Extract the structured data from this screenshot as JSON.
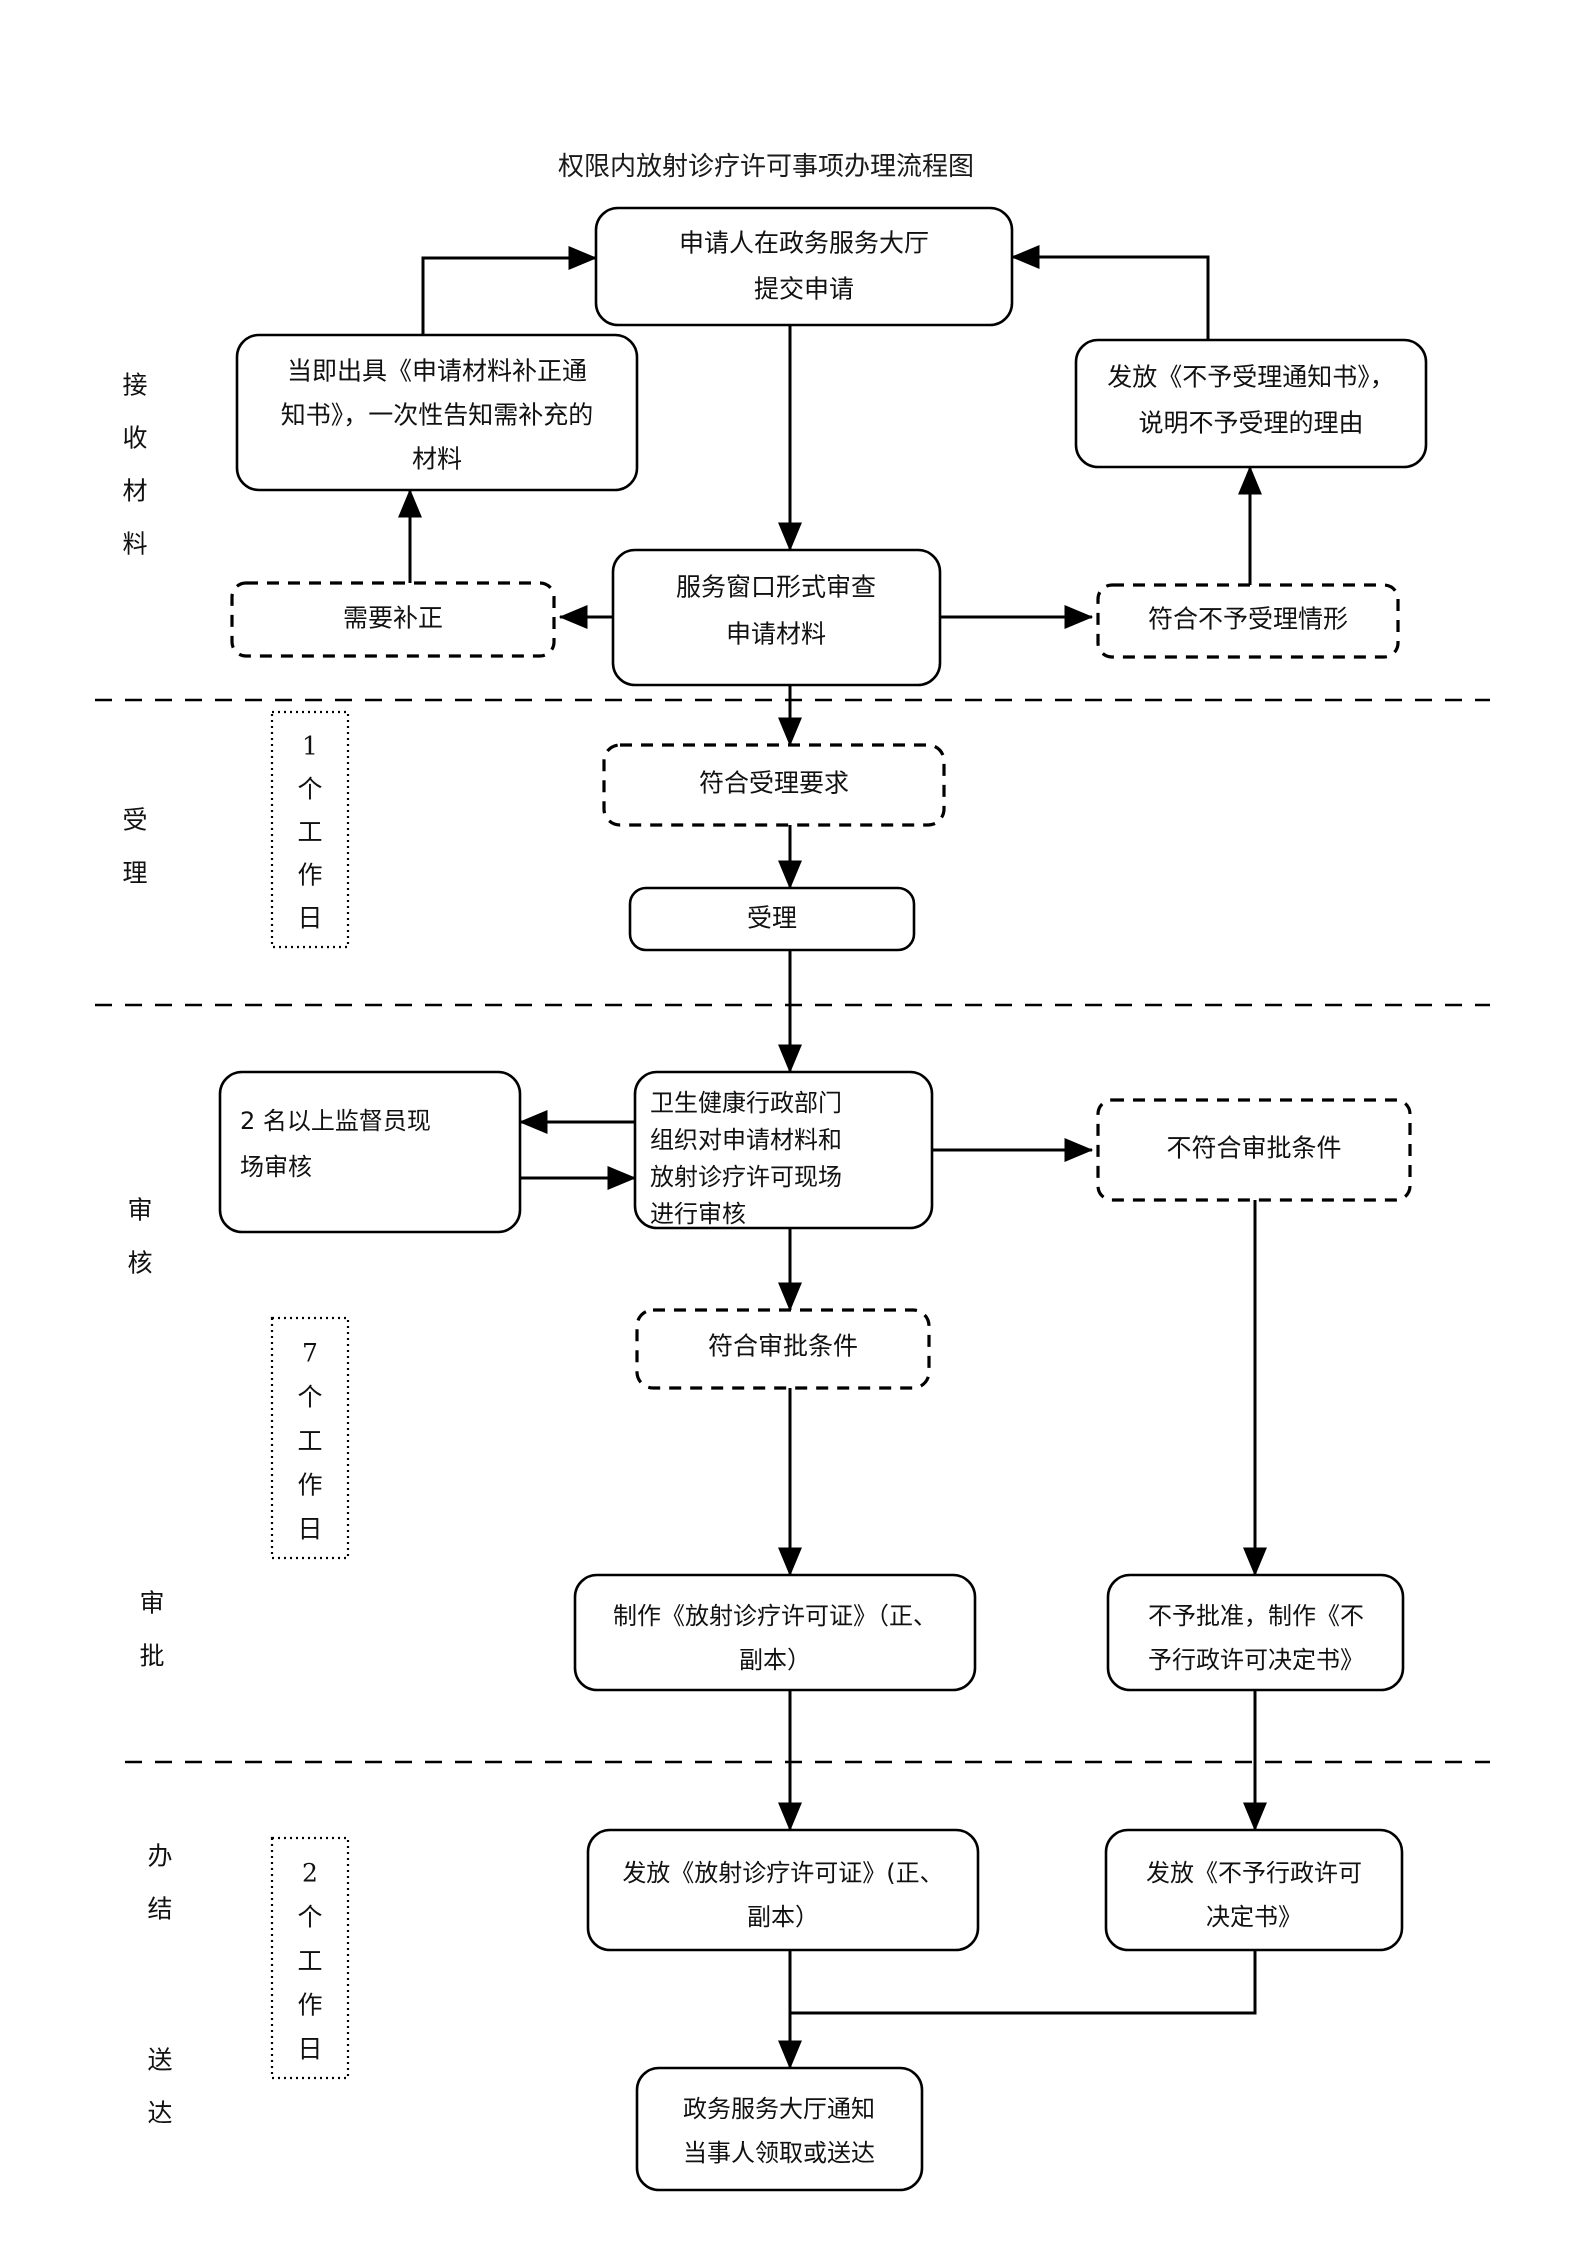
{
  "document": {
    "title": "权限内放射诊疗许可事项办理流程图",
    "type": "flowchart"
  },
  "stage_labels": [
    {
      "id": "stage-receive",
      "text": "接收材料",
      "chars": [
        "接",
        "收",
        "材",
        "料"
      ]
    },
    {
      "id": "stage-accept",
      "text": "受理",
      "chars": [
        "受",
        "理"
      ]
    },
    {
      "id": "stage-review",
      "text": "审核",
      "chars": [
        "审",
        "核"
      ]
    },
    {
      "id": "stage-approve",
      "text": "审批",
      "chars": [
        "审",
        "批"
      ]
    },
    {
      "id": "stage-complete",
      "text": "办结",
      "chars": [
        "办",
        "结"
      ]
    },
    {
      "id": "stage-deliver",
      "text": "送达",
      "chars": [
        "送",
        "达"
      ]
    }
  ],
  "duration_boxes": [
    {
      "id": "duration-accept",
      "text": "1个工作日",
      "chars": [
        "1",
        "个",
        "工",
        "作",
        "日"
      ]
    },
    {
      "id": "duration-review",
      "text": "7个工作日",
      "chars": [
        "7",
        "个",
        "工",
        "作",
        "日"
      ]
    },
    {
      "id": "duration-complete",
      "text": "2个工作日",
      "chars": [
        "2",
        "个",
        "工",
        "作",
        "日"
      ]
    }
  ],
  "nodes": {
    "submit": {
      "shape": "rounded-solid",
      "lines": [
        "申请人在政务服务大厅",
        "提交申请"
      ]
    },
    "supplement_notice": {
      "shape": "rounded-solid",
      "lines": [
        "当即出具《申请材料补正通",
        "知书》，一次性告知需补充的",
        "材料"
      ]
    },
    "reject_notice": {
      "shape": "rounded-solid",
      "lines": [
        "发放《不予受理通知书》，",
        "说明不予受理的理由"
      ]
    },
    "need_fix": {
      "shape": "rounded-dashed",
      "lines": [
        "需要补正"
      ]
    },
    "window_check": {
      "shape": "rounded-solid",
      "lines": [
        "服务窗口形式审查",
        "申请材料"
      ]
    },
    "meets_reject": {
      "shape": "rounded-dashed",
      "lines": [
        "符合不予受理情形"
      ]
    },
    "meets_accept": {
      "shape": "rounded-dashed",
      "lines": [
        "符合受理要求"
      ]
    },
    "accept": {
      "shape": "rounded-solid",
      "lines": [
        "受理"
      ]
    },
    "onsite_review": {
      "shape": "rounded-solid",
      "lines": [
        "2 名以上监督员现",
        "场审核"
      ]
    },
    "dept_review": {
      "shape": "rounded-solid",
      "lines": [
        "卫生健康行政部门",
        "组织对申请材料和",
        "放射诊疗许可现场",
        "进行审核"
      ]
    },
    "not_meet_approval": {
      "shape": "rounded-dashed",
      "lines": [
        "不符合审批条件"
      ]
    },
    "meets_approval": {
      "shape": "rounded-dashed",
      "lines": [
        "符合审批条件"
      ]
    },
    "make_license": {
      "shape": "rounded-solid",
      "lines": [
        "制作《放射诊疗许可证》（正、",
        "副本）"
      ]
    },
    "make_refusal": {
      "shape": "rounded-solid",
      "lines": [
        "不予批准，制作《不",
        "予行政许可决定书》"
      ]
    },
    "issue_license": {
      "shape": "rounded-solid",
      "lines": [
        "发放《放射诊疗许可证》(正、",
        "副本）"
      ]
    },
    "issue_refusal": {
      "shape": "rounded-solid",
      "lines": [
        "发放《不予行政许可",
        "决定书》"
      ]
    },
    "notify_pickup": {
      "shape": "rounded-solid",
      "lines": [
        "政务服务大厅通知",
        "当事人领取或送达"
      ]
    }
  },
  "colors": {
    "stroke": "#000000",
    "fill": "#ffffff",
    "text": "#111111"
  }
}
